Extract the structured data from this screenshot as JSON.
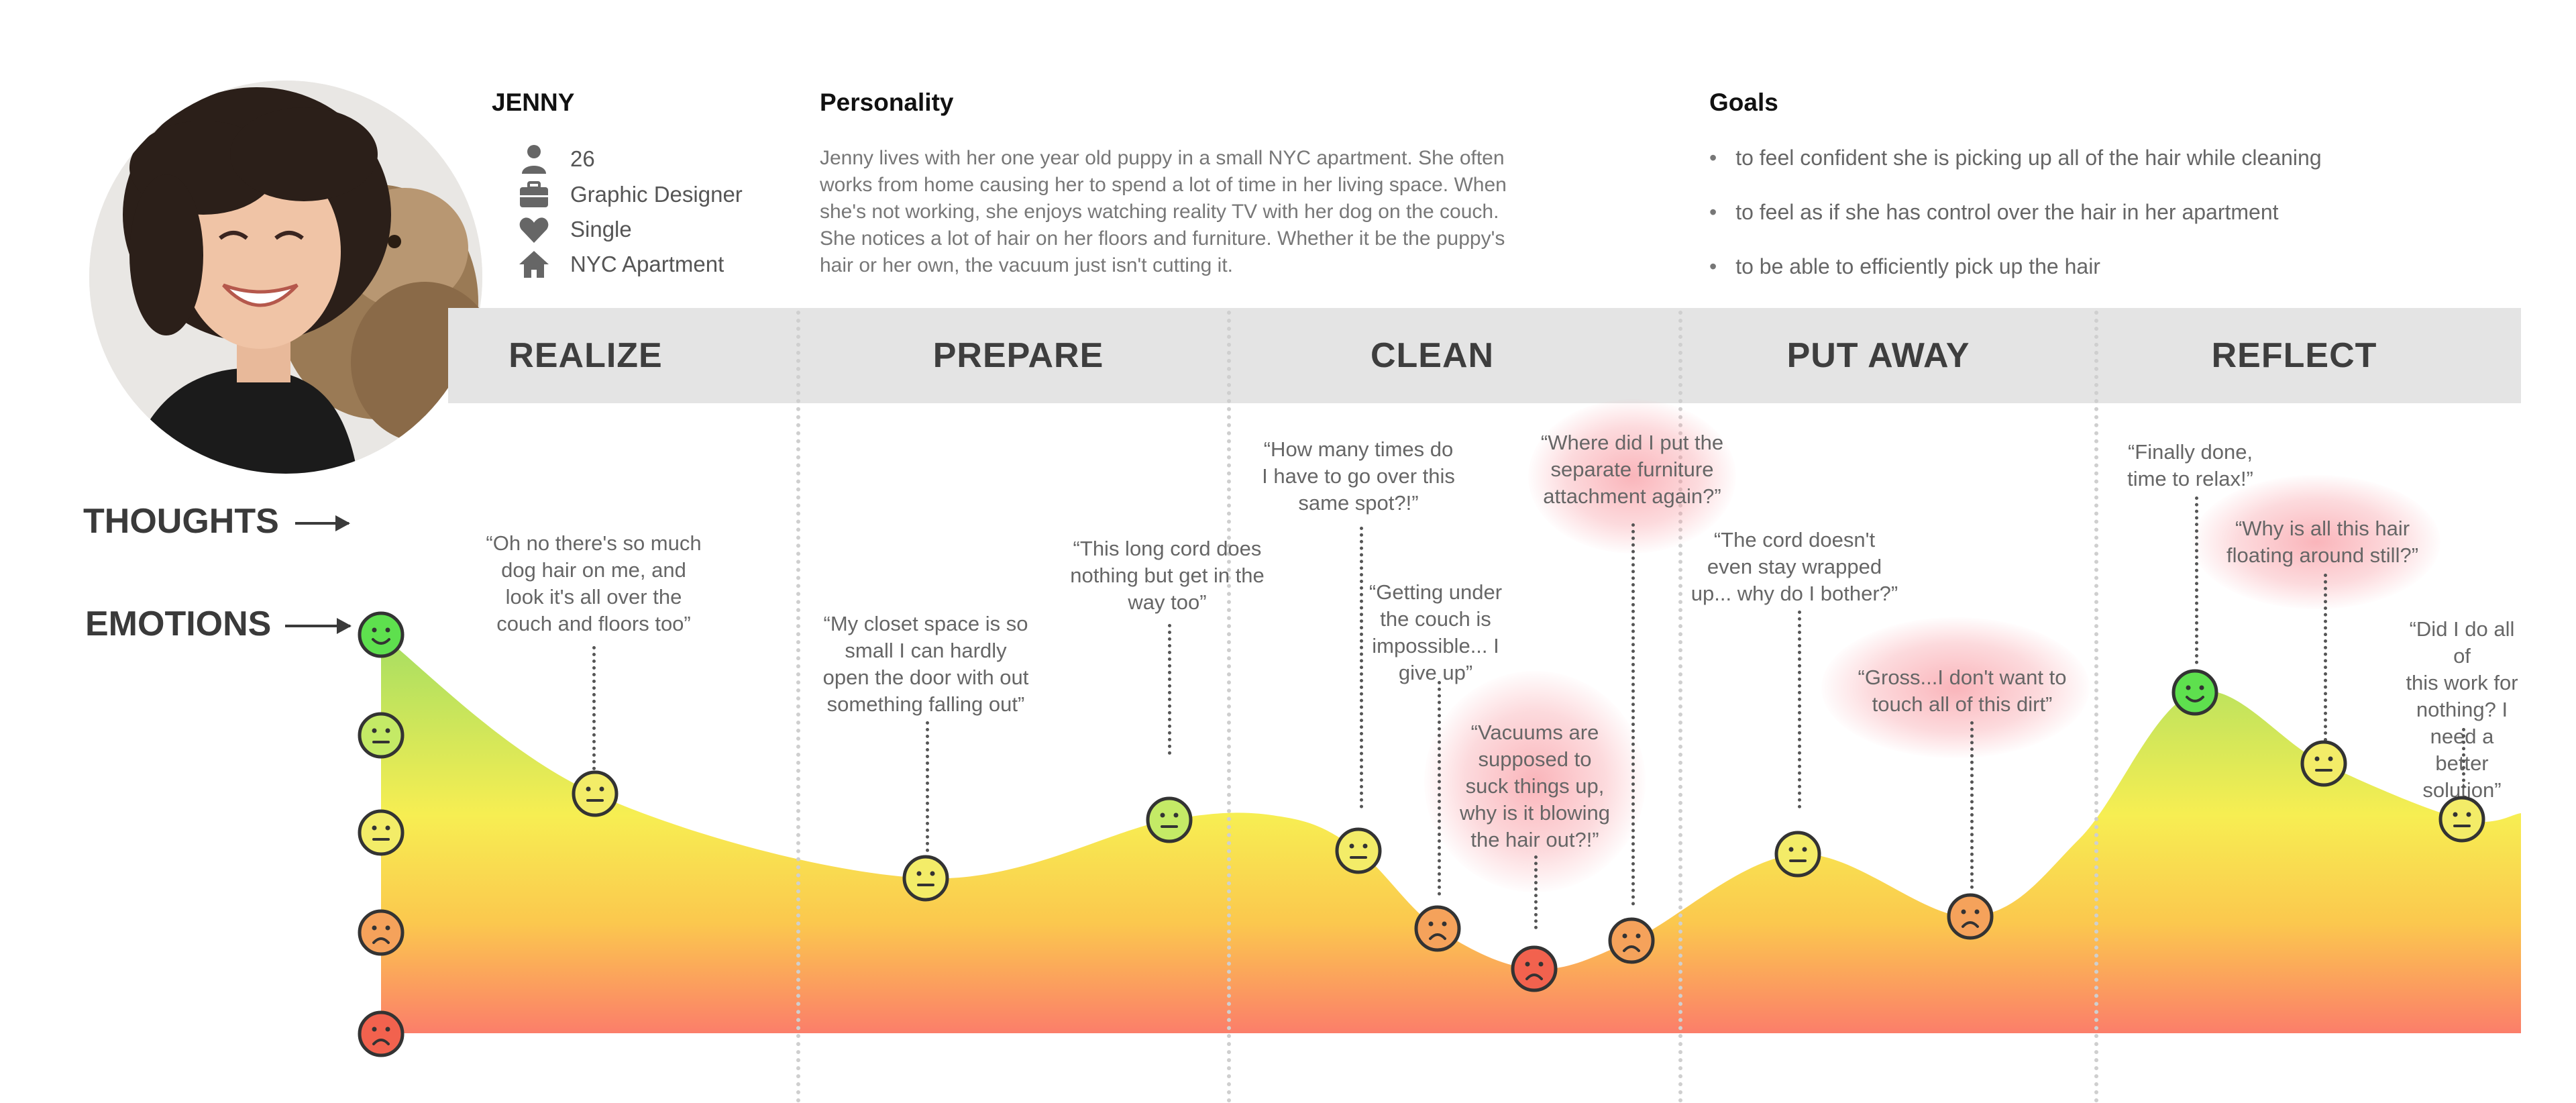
{
  "persona": {
    "name": "JENNY",
    "details": [
      {
        "icon": "person-icon",
        "text": "26"
      },
      {
        "icon": "briefcase-icon",
        "text": "Graphic Designer"
      },
      {
        "icon": "heart-icon",
        "text": "Single"
      },
      {
        "icon": "home-icon",
        "text": "NYC Apartment"
      }
    ]
  },
  "personality": {
    "title": "Personality",
    "lines": [
      "Jenny lives with her one year old puppy in a small NYC apartment. She often",
      "works from home causing her to spend a lot of time in her living space. When",
      "she's not working, she enjoys watching reality TV with her dog on the couch.",
      "She notices a lot of hair on her floors and furniture. Whether it be the puppy's",
      "hair or her own, the vacuum just isn't cutting it."
    ]
  },
  "goals": {
    "title": "Goals",
    "items": [
      "to feel confident she is picking up all of the hair while cleaning",
      "to feel as if she has control over the hair in her apartment",
      "to be able to efficiently pick up the hair"
    ]
  },
  "stages": [
    "REALIZE",
    "PREPARE",
    "CLEAN",
    "PUT AWAY",
    "REFLECT"
  ],
  "labels": {
    "thoughts": "THOUGHTS",
    "emotions": "EMOTIONS"
  },
  "emotion_scale": [
    "very happy",
    "neutral",
    "neutral",
    "sad",
    "very sad"
  ],
  "colors": {
    "very_happy": "#5ee04e",
    "happy": "#c4ea66",
    "neutral": "#f3ec68",
    "sad": "#f5a25b",
    "very_sad": "#f2624e",
    "stage_bar": "#e4e4e4",
    "highlight": "#f7838e"
  },
  "moments": [
    {
      "stage": "REALIZE",
      "emotion": "neutral",
      "highlight": false,
      "lines": [
        "“Oh no there's so much",
        "dog hair on me, and",
        "look it's all over the",
        "couch and floors too”"
      ]
    },
    {
      "stage": "PREPARE",
      "emotion": "neutral",
      "highlight": false,
      "lines": [
        "“My closet space is so",
        "small I can hardly",
        "open the door with out",
        "something falling out”"
      ]
    },
    {
      "stage": "PREPARE",
      "emotion": "neutral",
      "highlight": false,
      "lines": [
        "“This long cord does",
        "nothing but get in the",
        "way too”"
      ]
    },
    {
      "stage": "CLEAN",
      "emotion": "neutral",
      "highlight": false,
      "lines": [
        "“How many times do",
        "I have to go over this",
        "same spot?!”"
      ]
    },
    {
      "stage": "CLEAN",
      "emotion": "sad",
      "highlight": false,
      "lines": [
        "“Getting under",
        "the couch is",
        "impossible... I",
        "give up”"
      ]
    },
    {
      "stage": "CLEAN",
      "emotion": "very sad",
      "highlight": true,
      "lines": [
        "“Vacuums are",
        "supposed to",
        "suck things up,",
        "why is it blowing",
        "the hair out?!”"
      ]
    },
    {
      "stage": "CLEAN",
      "emotion": "sad",
      "highlight": true,
      "lines": [
        "“Where did I put the",
        "separate furniture",
        "attachment again?”"
      ]
    },
    {
      "stage": "PUT AWAY",
      "emotion": "neutral",
      "highlight": false,
      "lines": [
        "“The cord doesn't",
        "even stay wrapped",
        "up... why do I bother?”"
      ]
    },
    {
      "stage": "PUT AWAY",
      "emotion": "sad",
      "highlight": true,
      "lines": [
        "“Gross...I don't want to",
        "touch all of this dirt”"
      ]
    },
    {
      "stage": "REFLECT",
      "emotion": "very happy",
      "highlight": false,
      "lines": [
        "“Finally done,",
        "time to relax!”"
      ]
    },
    {
      "stage": "REFLECT",
      "emotion": "neutral",
      "highlight": true,
      "lines": [
        "“Why is all this hair",
        "floating around still?”"
      ]
    },
    {
      "stage": "REFLECT",
      "emotion": "neutral",
      "highlight": false,
      "lines": [
        "“Did I do all of",
        "this work for",
        "nothing? I need a",
        "better solution”"
      ]
    }
  ]
}
